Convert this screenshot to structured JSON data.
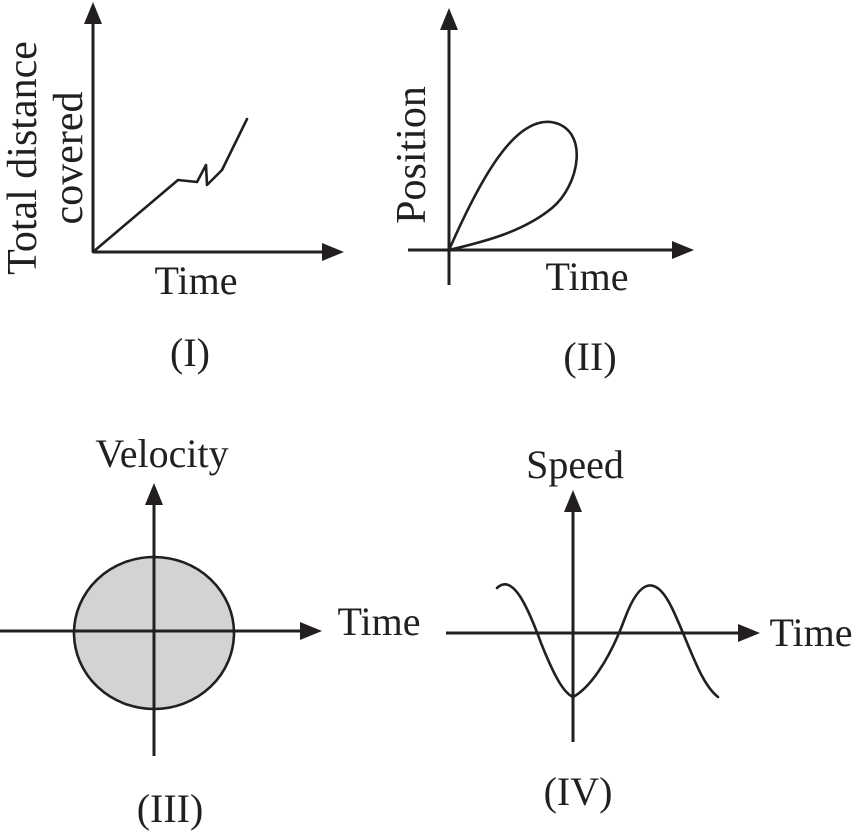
{
  "colors": {
    "ink": "#231f20",
    "shade": "#d1d3d4",
    "background": "#ffffff"
  },
  "graphs": {
    "g1": {
      "ylabel_line1": "Total distance",
      "ylabel_line2": "covered",
      "xlabel": "Time",
      "caption": "(I)"
    },
    "g2": {
      "ylabel": "Position",
      "xlabel": "Time",
      "caption": "(II)"
    },
    "g3": {
      "ylabel": "Velocity",
      "xlabel": "Time",
      "caption": "(III)"
    },
    "g4": {
      "ylabel": "Speed",
      "xlabel": "Time",
      "caption": "(IV)"
    }
  }
}
